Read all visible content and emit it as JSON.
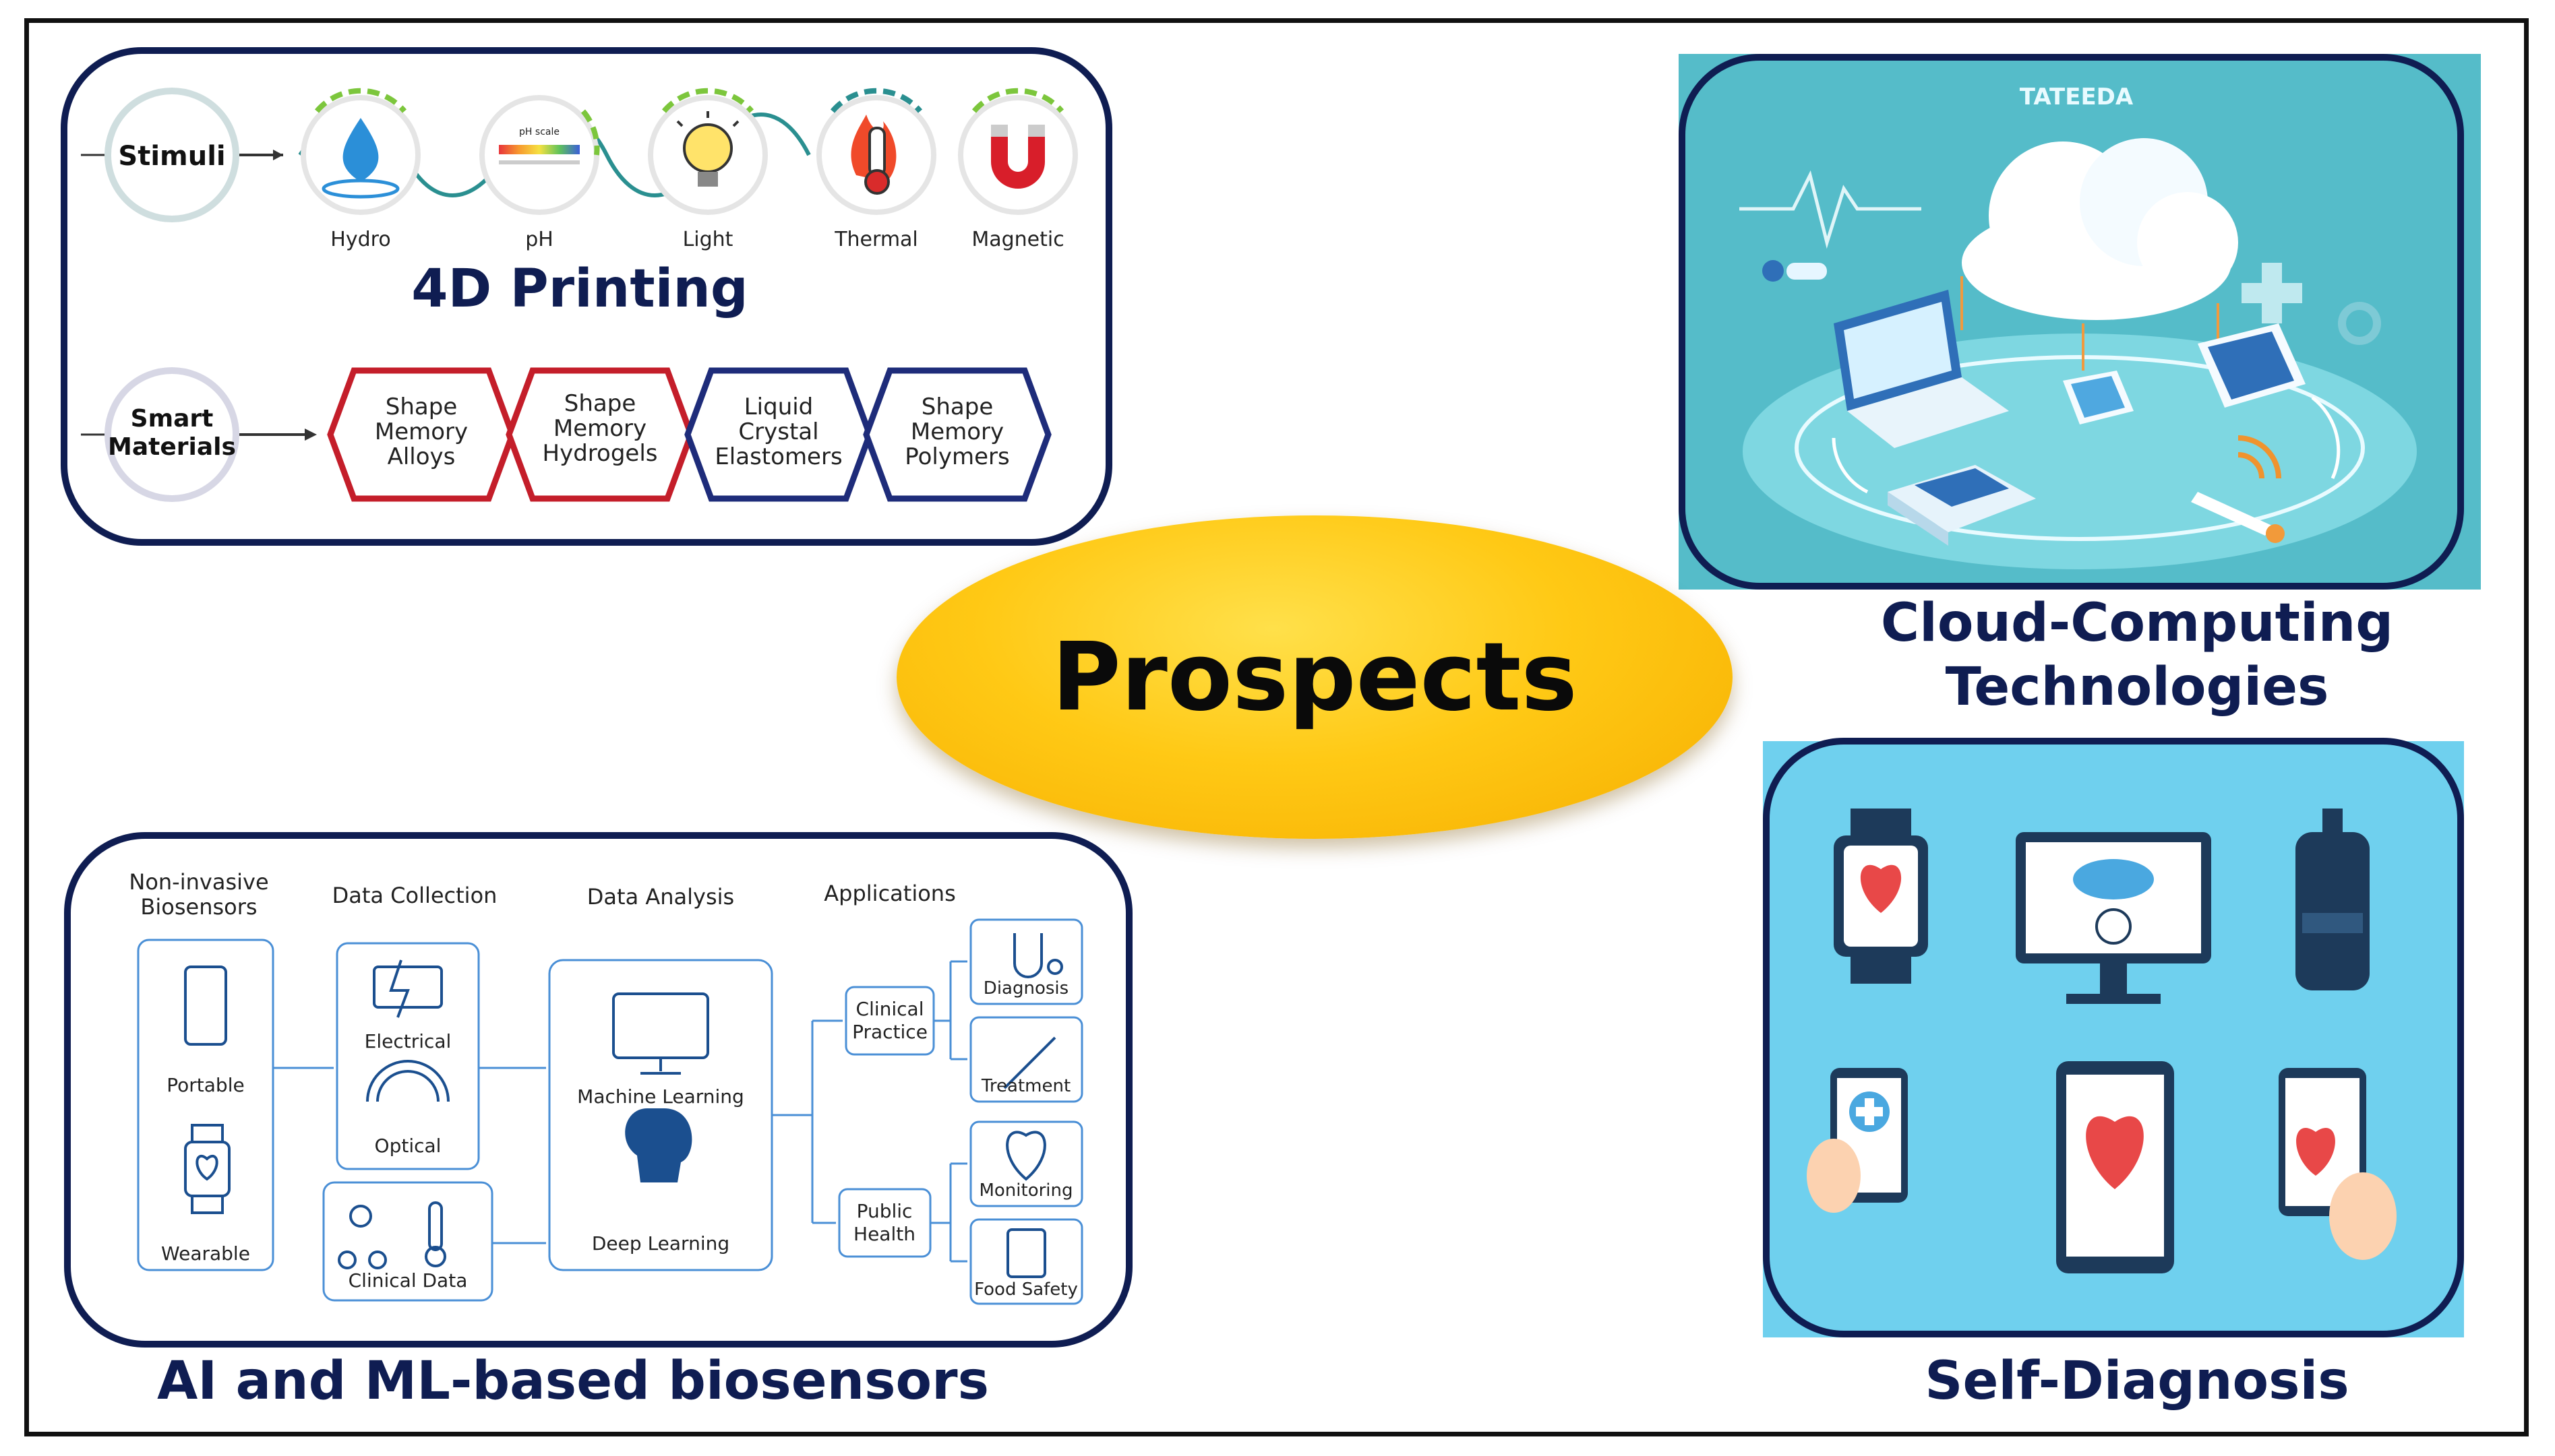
{
  "center_label": "Prospects",
  "printing": {
    "title": "4D Printing",
    "stimuli_label": "Stimuli",
    "stimuli": [
      "Hydro",
      "pH",
      "Light",
      "Thermal",
      "Magnetic"
    ],
    "ph_scale_label": "pH scale",
    "materials_label": [
      "Smart",
      "Materials"
    ],
    "materials": [
      [
        "Shape",
        "Memory",
        "Alloys"
      ],
      [
        "Shape",
        "Memory",
        "Hydrogels"
      ],
      [
        "Liquid",
        "Crystal",
        "Elastomers"
      ],
      [
        "Shape",
        "Memory",
        "Polymers"
      ]
    ]
  },
  "cloud": {
    "title_line1": "Cloud-Computing",
    "title_line2": "Technologies",
    "watermark": "TATEEDA"
  },
  "ai": {
    "title": "AI and ML-based biosensors",
    "headers": {
      "biosensors": [
        "Non-invasive",
        "Biosensors"
      ],
      "collection": "Data Collection",
      "analysis": "Data Analysis",
      "applications": "Applications"
    },
    "sensors": [
      "Portable",
      "Wearable"
    ],
    "collection": [
      "Electrical",
      "Optical",
      "Clinical Data"
    ],
    "analysis": [
      "Machine Learning",
      "Deep Learning"
    ],
    "groups": [
      [
        "Clinical",
        "Practice"
      ],
      [
        "Public",
        "Health"
      ]
    ],
    "apps": [
      "Diagnosis",
      "Treatment",
      "Monitoring",
      "Food Safety"
    ]
  },
  "self_diagnosis": {
    "title": "Self-Diagnosis"
  },
  "colors": {
    "navy": "#0f1d52",
    "gold": "#ffc915",
    "cloud_bg": "#55bcc9",
    "self_bg": "#6fd0ee",
    "line_blue": "#4a8fd6",
    "heart_red": "#e84848"
  }
}
